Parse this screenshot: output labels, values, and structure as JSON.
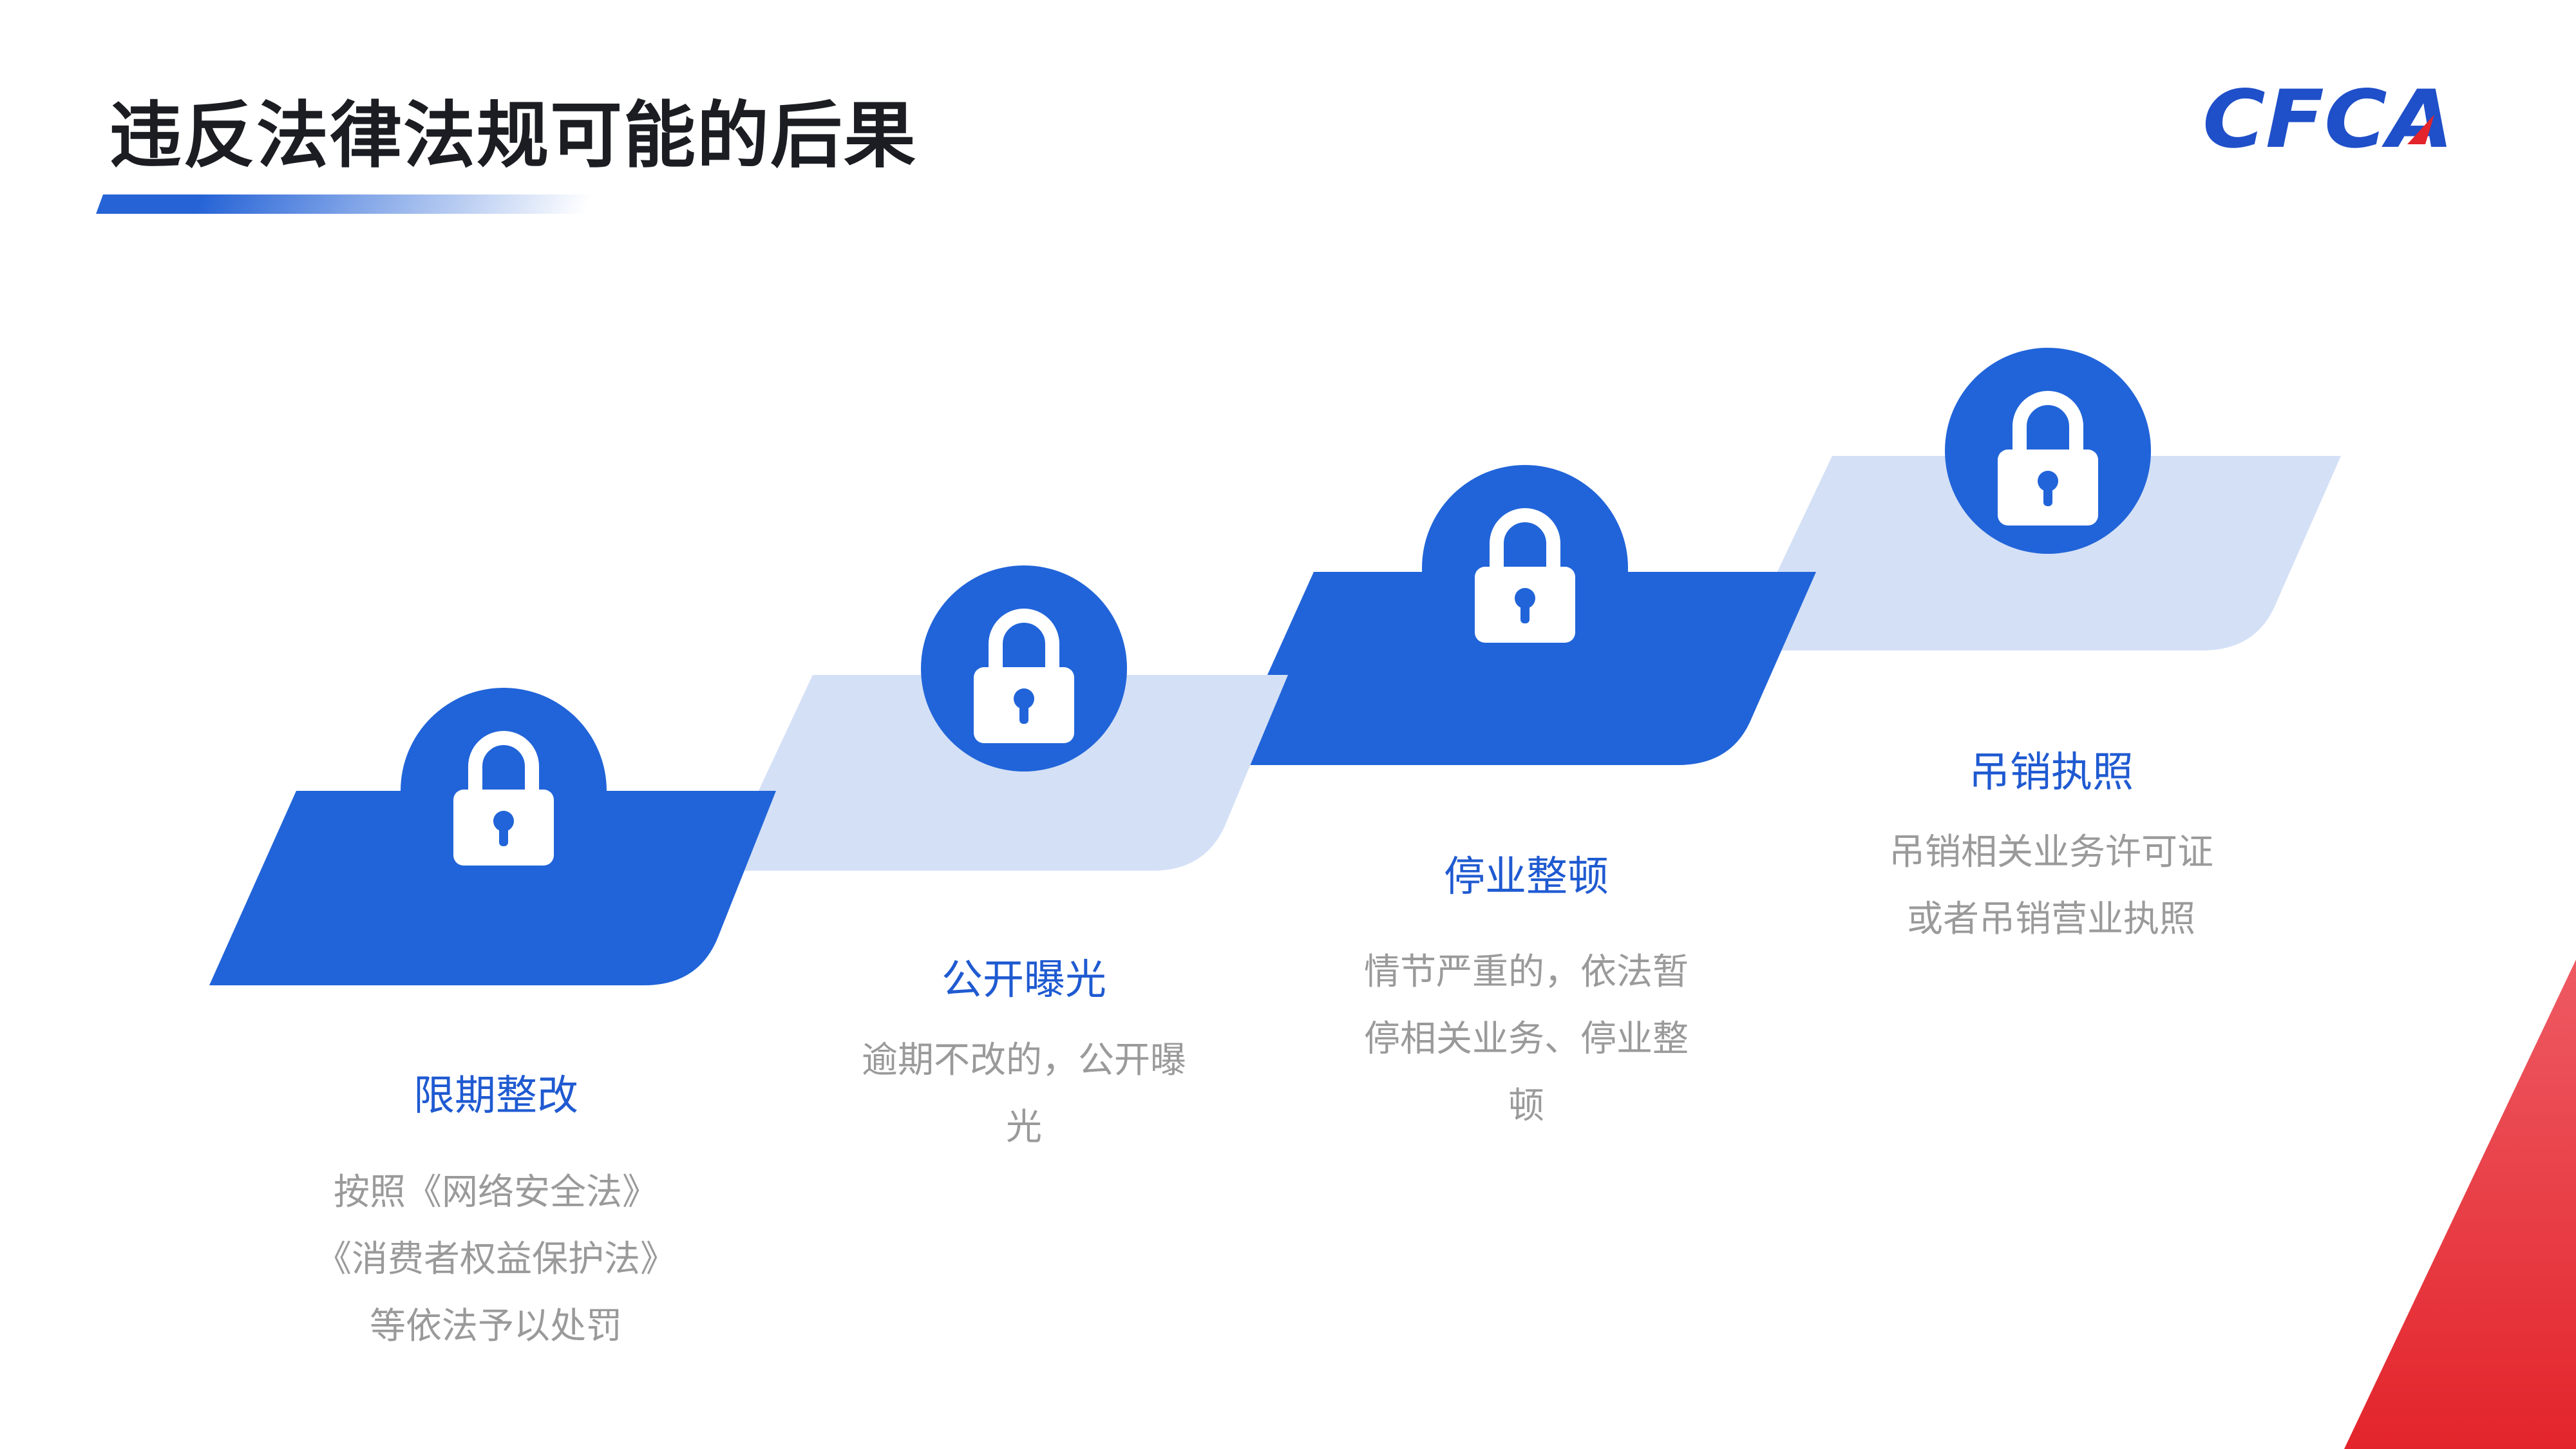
{
  "title": "违反法律法规可能的后果",
  "logo": {
    "text": "CFCA",
    "color": "#1f4fc9",
    "accent": "#e3242b"
  },
  "colors": {
    "primary": "#2164d9",
    "light": "#d4e0f6",
    "title_blue": "#1f5ad1",
    "desc_gray": "#9a9a9a",
    "red": "#e3242b"
  },
  "icon": "padlock-icon",
  "steps": [
    {
      "title": "限期整改",
      "desc": [
        "按照《网络安全法》",
        "《消费者权益保护法》",
        "等依法予以处罚"
      ],
      "style": "dark"
    },
    {
      "title": "公开曝光",
      "desc": [
        "逾期不改的，公开曝",
        "光"
      ],
      "style": "light"
    },
    {
      "title": "停业整顿",
      "desc": [
        "情节严重的，依法暂",
        "停相关业务、停业整",
        "顿"
      ],
      "style": "dark"
    },
    {
      "title": "吊销执照",
      "desc": [
        "吊销相关业务许可证",
        "或者吊销营业执照"
      ],
      "style": "light"
    }
  ]
}
